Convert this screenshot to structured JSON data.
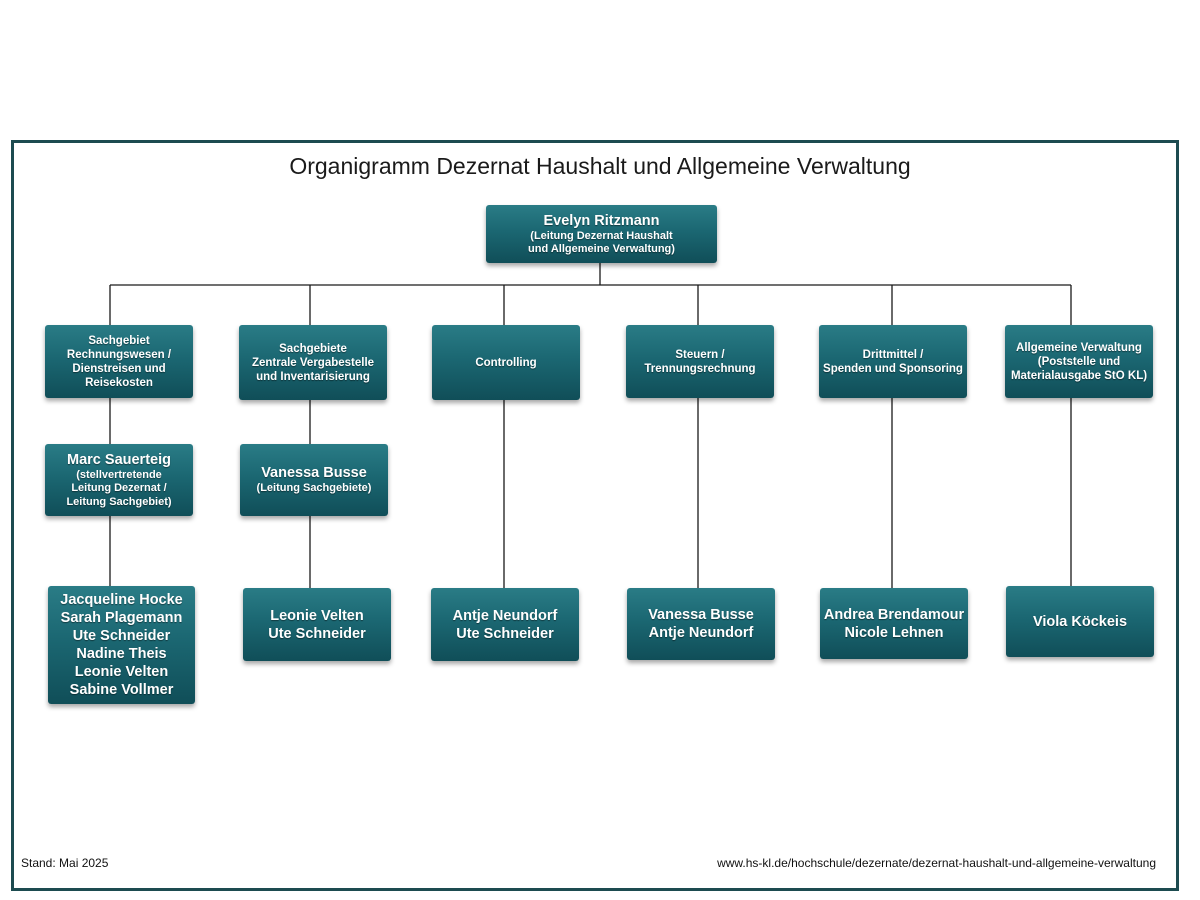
{
  "title": "Organigramm Dezernat Haushalt und Allgemeine Verwaltung",
  "head": {
    "name": "Evelyn Ritzmann",
    "role": [
      "(Leitung Dezernat Haushalt",
      "und Allgemeine Verwaltung)"
    ]
  },
  "departments": [
    {
      "lines": [
        "Sachgebiet",
        "Rechnungswesen /",
        "Dienstreisen und",
        "Reisekosten"
      ]
    },
    {
      "lines": [
        "Sachgebiete",
        "Zentrale Vergabestelle",
        "und Inventarisierung"
      ]
    },
    {
      "lines": [
        "Controlling"
      ]
    },
    {
      "lines": [
        "Steuern /",
        "Trennungsrechnung"
      ]
    },
    {
      "lines": [
        "Drittmittel /",
        "Spenden und Sponsoring"
      ]
    },
    {
      "lines": [
        "Allgemeine Verwaltung",
        "(Poststelle und",
        "Materialausgabe StO KL)"
      ]
    }
  ],
  "leads": [
    {
      "name": "Marc Sauerteig",
      "role": [
        "(stellvertretende",
        "Leitung Dezernat /",
        "Leitung Sachgebiet)"
      ]
    },
    {
      "name": "Vanessa Busse",
      "role": [
        "(Leitung Sachgebiete)"
      ]
    }
  ],
  "teams": [
    {
      "people": [
        "Jacqueline Hocke",
        "Sarah Plagemann",
        "Ute Schneider",
        "Nadine Theis",
        "Leonie Velten",
        "Sabine Vollmer"
      ]
    },
    {
      "people": [
        "Leonie Velten",
        "Ute Schneider"
      ]
    },
    {
      "people": [
        "Antje Neundorf",
        "Ute Schneider"
      ]
    },
    {
      "people": [
        "Vanessa Busse",
        "Antje Neundorf"
      ]
    },
    {
      "people": [
        "Andrea Brendamour",
        "Nicole Lehnen"
      ]
    },
    {
      "people": [
        "Viola Köckeis"
      ]
    }
  ],
  "footer": {
    "date": "Stand: Mai 2025",
    "url": "www.hs-kl.de/hochschule/dezernate/dezernat-haushalt-und-allgemeine-verwaltung"
  }
}
